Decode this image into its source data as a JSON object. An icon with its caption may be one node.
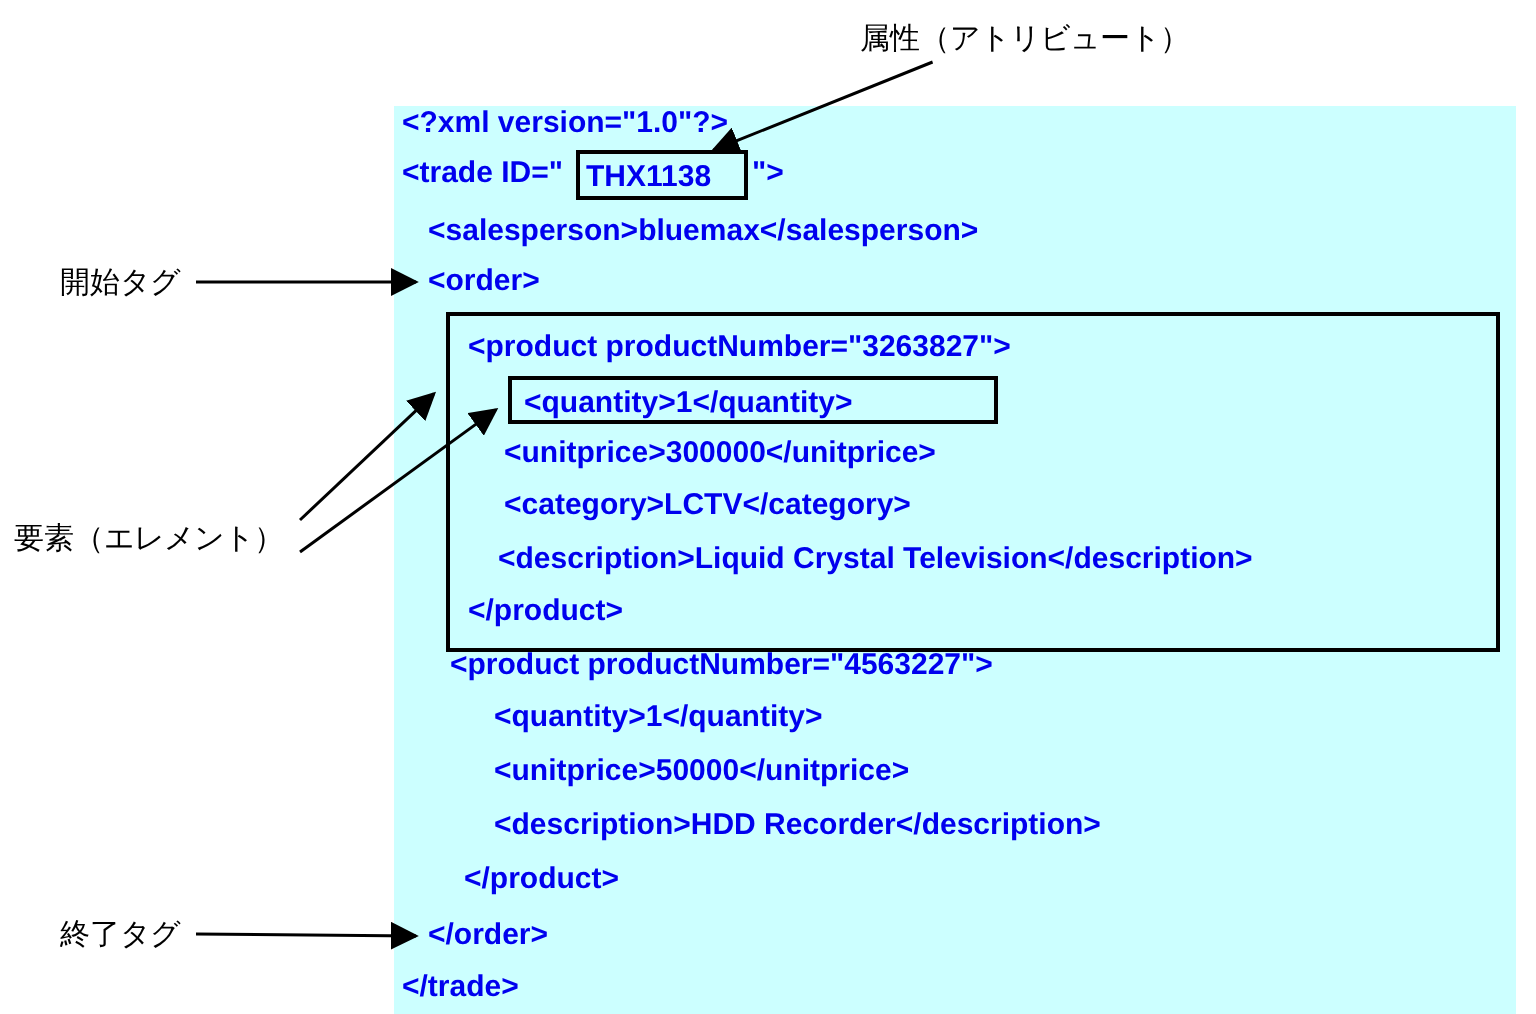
{
  "diagram": {
    "nodes": [
      {
        "text": [
          "<?xml version=\"1.0\"?>",
          "<trade ID=\"",
          "\">",
          "<salesperson>bluemax</salesperson>",
          "<product productNumber=\"4563227\">",
          "<quantity>1</quantity>",
          "<unitprice>50000</unitprice>",
          "<description>HDD Recorder</description>",
          "</product>",
          "</trade>"
        ]
      },
      {
        "text": [
          "THX1138"
        ],
        "in": 0
      },
      {
        "text": [
          "<order>"
        ],
        "in": 0
      },
      {
        "text": [
          "<product productNumber=\"3263827\">",
          "<unitprice>300000</unitprice>",
          "<category>LCTV</category>",
          "<description>Liquid Crystal Television</description>",
          "</product>"
        ],
        "in": 0
      },
      {
        "text": [
          "<quantity>1</quantity>"
        ],
        "in": 3
      },
      {
        "text": [
          "</order>"
        ],
        "in": 0
      },
      {
        "text": [
          "属性（アトリビュート）"
        ]
      },
      {
        "text": [
          "開始タグ"
        ]
      },
      {
        "text": [
          "要素（エレメント）"
        ]
      },
      {
        "text": [
          "終了タグ"
        ]
      }
    ],
    "edges": [
      {
        "from": 6,
        "to": 1,
        "arrow": "to"
      },
      {
        "from": 7,
        "to": 2,
        "arrow": "to"
      },
      {
        "from": 8,
        "to": 3,
        "arrow": "to"
      },
      {
        "from": 8,
        "to": 4,
        "arrow": "to"
      },
      {
        "from": 9,
        "to": 5,
        "arrow": "to"
      }
    ]
  }
}
